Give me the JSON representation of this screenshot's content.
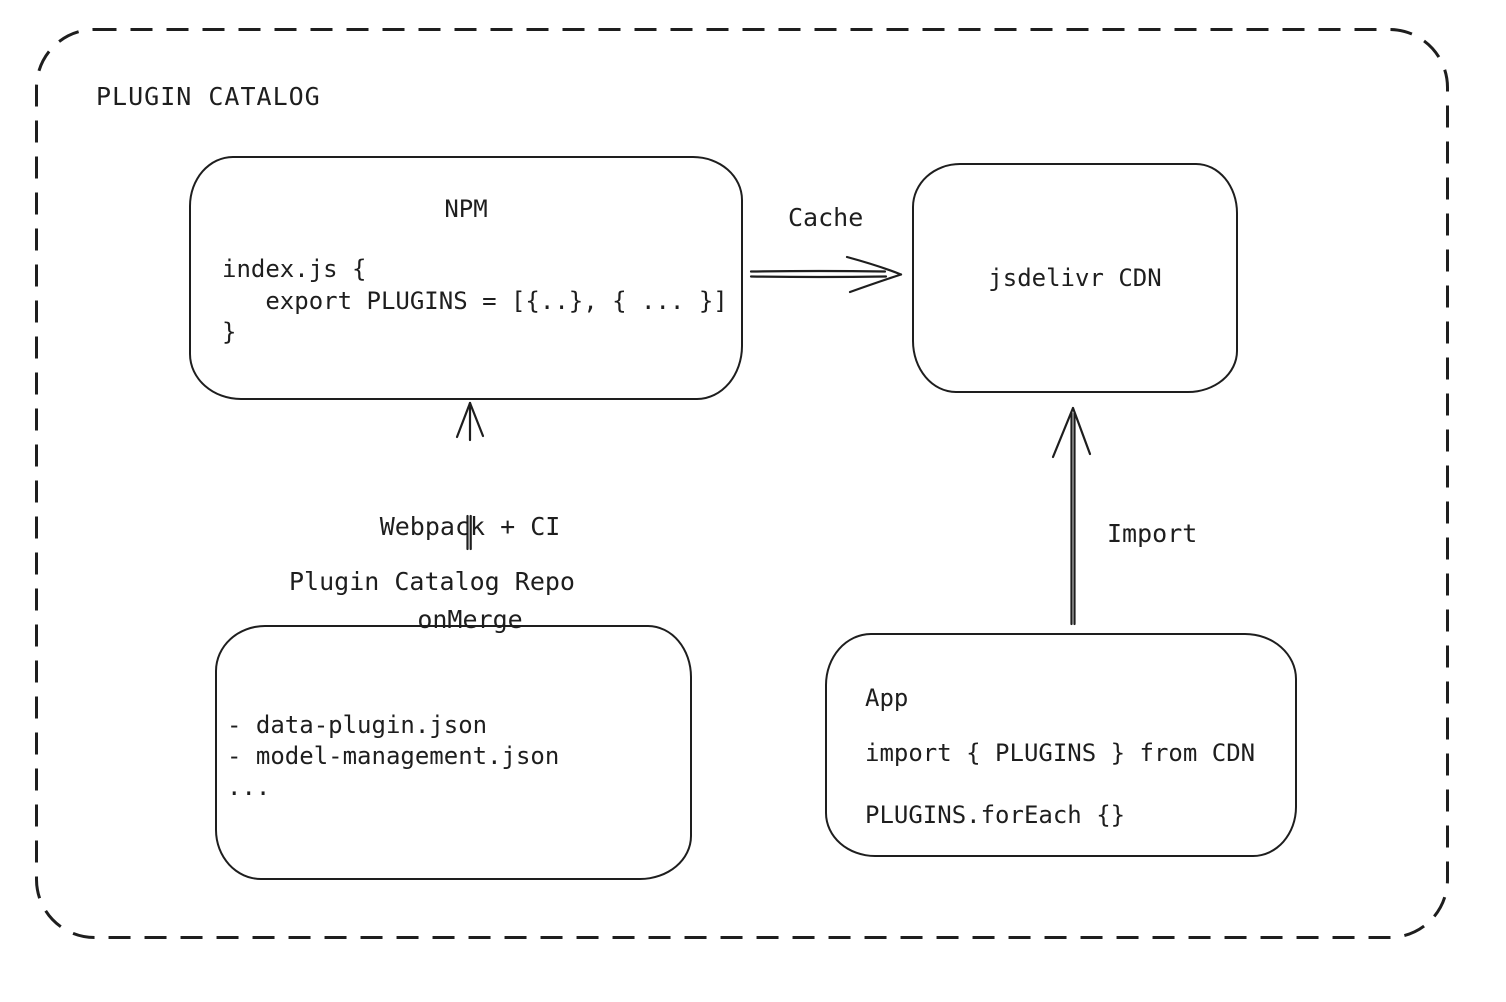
{
  "canvas": {
    "background": "#ffffff",
    "ink": "#1e1e1e"
  },
  "title": "PLUGIN CATALOG",
  "nodes": {
    "npm": {
      "title": "NPM",
      "code": [
        "index.js {",
        "   export PLUGINS = [{..}, { ... }]",
        "}"
      ]
    },
    "cdn": {
      "label": "jsdelivr CDN"
    },
    "repo": {
      "label": "Plugin Catalog Repo",
      "files": [
        "- data-plugin.json",
        "- model-management.json",
        "..."
      ]
    },
    "app": {
      "title": "App",
      "code": [
        "import { PLUGINS } from CDN",
        "PLUGINS.forEach {}"
      ]
    }
  },
  "edges": {
    "cache": {
      "label": "Cache",
      "from": "NPM",
      "to": "jsdelivr CDN"
    },
    "build": {
      "label_line1": "Webpack + CI",
      "label_line2": "onMerge",
      "from": "Plugin Catalog Repo",
      "to": "NPM"
    },
    "import": {
      "label": "Import",
      "from": "App",
      "to": "jsdelivr CDN"
    }
  }
}
